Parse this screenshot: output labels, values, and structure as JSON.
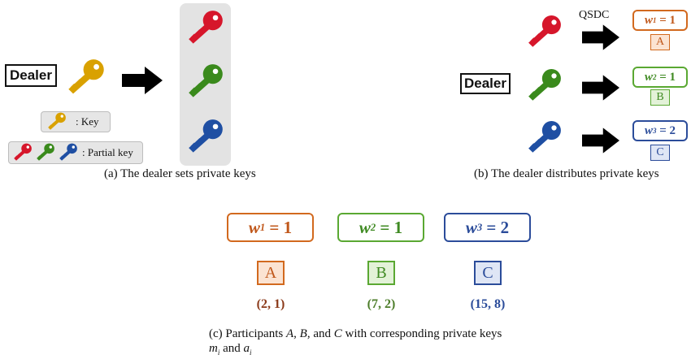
{
  "panel_a": {
    "dealer_label": "Dealer",
    "legend_key_label": ": Key",
    "legend_partial_label": ": Partial key",
    "caption": "(a)  The dealer sets private keys"
  },
  "panel_b": {
    "dealer_label": "Dealer",
    "protocol_label": "QSDC",
    "caption": "(b)  The dealer distributes private keys",
    "weights": [
      {
        "var": "w",
        "sub": "1",
        "value": "= 1",
        "participant": "A"
      },
      {
        "var": "w",
        "sub": "2",
        "value": "= 1",
        "participant": "B"
      },
      {
        "var": "w",
        "sub": "3",
        "value": "= 2",
        "participant": "C"
      }
    ]
  },
  "panel_c": {
    "participants": [
      {
        "var": "w",
        "sub": "1",
        "value": "= 1",
        "name": "A",
        "pair": "(2, 1)"
      },
      {
        "var": "w",
        "sub": "2",
        "value": "= 1",
        "name": "B",
        "pair": "(7, 2)"
      },
      {
        "var": "w",
        "sub": "3",
        "value": "= 2",
        "name": "C",
        "pair": "(15, 8)"
      }
    ],
    "caption_line1_pre": "(c)  Participants ",
    "caption_A": "A",
    "caption_sep1": ", ",
    "caption_B": "B",
    "caption_sep2": ", and ",
    "caption_C": "C",
    "caption_line1_post": " with corresponding private keys",
    "caption_m": "m",
    "caption_m_sub": "i",
    "caption_and": " and ",
    "caption_a": "a",
    "caption_a_sub": "i"
  },
  "colors": {
    "gold": "#d9a100",
    "red": "#d6162b",
    "green": "#3a8a1c",
    "blue": "#1f4fa3",
    "orange": "#d2691e",
    "lightgreen": "#5aa832",
    "navy": "#2b4c9a",
    "pair_red": "#8b3a1a",
    "pair_green": "#4d7d2a",
    "pair_blue": "#2b4c9a"
  }
}
